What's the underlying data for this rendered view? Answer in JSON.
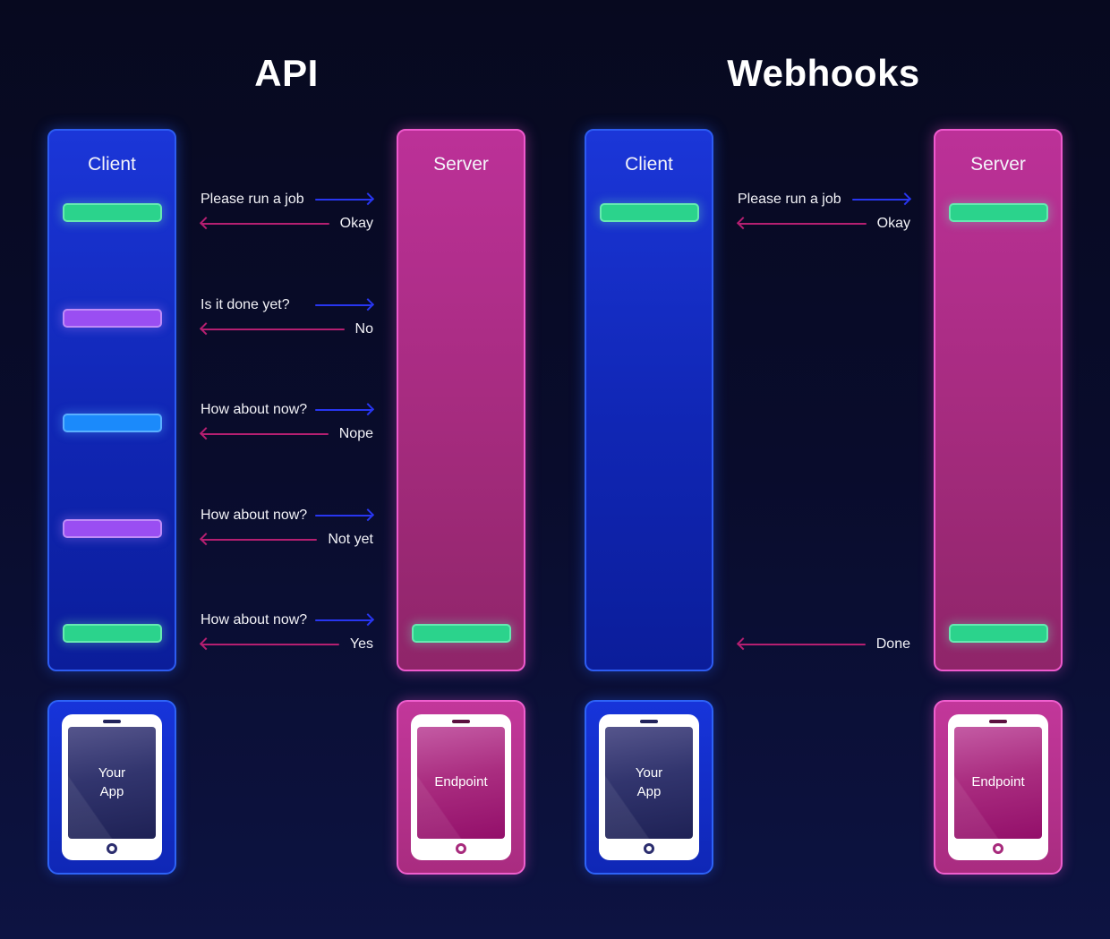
{
  "palette": {
    "request_arrow": "#2836f0",
    "response_arrow": "#b51f71",
    "pill_green": "#2bd38c",
    "pill_purple": "#9a4ef2",
    "pill_blue": "#1b8afb",
    "client_blue": "#1733d2",
    "server_pink": "#ba3097"
  },
  "sections": [
    {
      "title": "API",
      "client": {
        "label": "Client",
        "pills": [
          {
            "color": "green",
            "row": 0
          },
          {
            "color": "purple",
            "row": 1
          },
          {
            "color": "blue",
            "row": 2
          },
          {
            "color": "purple",
            "row": 3
          },
          {
            "color": "green",
            "row": 4
          }
        ]
      },
      "server": {
        "label": "Server",
        "pills": [
          {
            "color": "green",
            "row": 4
          }
        ]
      },
      "exchanges": [
        {
          "request": "Please run a job",
          "response": "Okay"
        },
        {
          "request": "Is it done yet?",
          "response": "No"
        },
        {
          "request": "How about now?",
          "response": "Nope"
        },
        {
          "request": "How about now?",
          "response": "Not yet"
        },
        {
          "request": "How about now?",
          "response": "Yes"
        }
      ],
      "client_device": "Your\nApp",
      "server_device": "Endpoint"
    },
    {
      "title": "Webhooks",
      "client": {
        "label": "Client",
        "pills": [
          {
            "color": "green",
            "row": 0
          }
        ]
      },
      "server": {
        "label": "Server",
        "pills": [
          {
            "color": "green",
            "row": 0
          },
          {
            "color": "green",
            "row": 4
          }
        ]
      },
      "exchanges": [
        {
          "request": "Please run a job",
          "response": "Okay"
        }
      ],
      "final_response": "Done",
      "client_device": "Your\nApp",
      "server_device": "Endpoint"
    }
  ]
}
